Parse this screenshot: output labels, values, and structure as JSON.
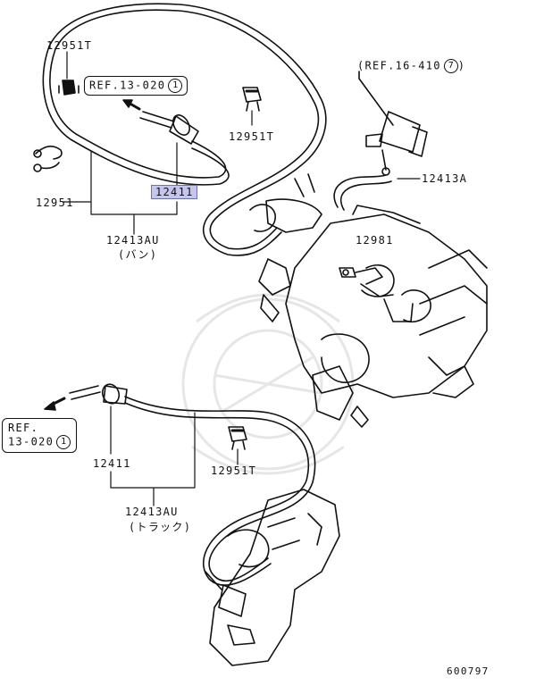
{
  "labels": {
    "clip_top_left": "12951T",
    "clip_top_right": "12951T",
    "clip_lower": "12951T",
    "clamp": "12951",
    "hose_highlighted": "12411",
    "hose_lower": "12411",
    "hose_assy_van": "12413AU",
    "van_note": "(バン)",
    "hose_assy_truck": "12413AU",
    "truck_note": "(トラック)",
    "hose_12413A": "12413A",
    "fitting": "12981",
    "diagram_number": "600797"
  },
  "refs": {
    "upper_left": {
      "text": "REF.13-020",
      "num": "1"
    },
    "top_right": {
      "text": "(REF.16-410",
      "num": "7",
      "close": ")"
    },
    "lower_left": {
      "line1": "REF.",
      "line2": "13-020",
      "num": "1"
    }
  },
  "colors": {
    "highlight": "#c4c6ee",
    "line": "#111111",
    "watermark": "#e4e4e4"
  }
}
